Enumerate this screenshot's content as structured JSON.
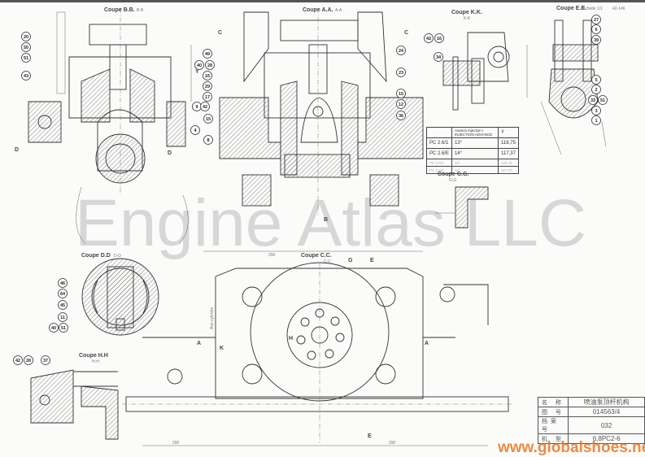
{
  "watermark": "Engine Atlas LLC",
  "site_watermark": "www.globalshoes.net",
  "sections": {
    "bb": {
      "title": "Coupe B.B.",
      "sub": "B-B"
    },
    "aa": {
      "title": "Coupe A.A.",
      "sub": "A-A"
    },
    "kk": {
      "title": "Coupe K.K.",
      "sub": "K-K"
    },
    "ee": {
      "title": "Coupe E.E.",
      "sub": "Echelle 1/1",
      "ref": "42-146"
    },
    "gg": {
      "title": "Coupe G.G.",
      "sub": "G-G"
    },
    "dd": {
      "title": "Coupe D.D",
      "sub": "D-D"
    },
    "hh": {
      "title": "Coupe H.H",
      "sub": "H-H"
    },
    "cc": {
      "title": "Coupe C.C.",
      "sub": "C-C"
    }
  },
  "section_marks": [
    "C",
    "C",
    "D",
    "D",
    "B",
    "G",
    "E",
    "A",
    "A",
    "K",
    "H",
    "E",
    "Y"
  ],
  "dimensions": [
    "290",
    "290",
    "290",
    "Axe cylindre"
  ],
  "balloons": [
    "20",
    "50",
    "51",
    "43",
    "49",
    "40",
    "28",
    "16",
    "29",
    "17",
    "9",
    "42",
    "15",
    "4",
    "8",
    "24",
    "23",
    "15",
    "12",
    "36",
    "42",
    "16",
    "34",
    "27",
    "6",
    "39",
    "5",
    "2",
    "33",
    "51",
    "3",
    "1",
    "46",
    "64",
    "45",
    "11",
    "40",
    "51",
    "42",
    "26",
    "37"
  ],
  "injection_table": {
    "headers": [
      "",
      "Avance injection / INJECTION ADVANCE",
      "Y"
    ],
    "rows": [
      [
        "PC 2.6/1",
        "13°",
        "116,75"
      ],
      [
        "PC 2.6/E",
        "14°",
        "117,37"
      ],
      [
        "PC 2.6/2",
        "13°",
        "116,75"
      ],
      [
        "PC 2.6/3",
        "14°",
        "117,37"
      ]
    ]
  },
  "title_block": [
    {
      "key": "名 称",
      "value": "喷油泵顶杆机构"
    },
    {
      "key": "图 号",
      "value": "014563/4"
    },
    {
      "key": "档案号",
      "value": "032"
    },
    {
      "key": "机 型",
      "value": "6,8PC2-6"
    }
  ]
}
